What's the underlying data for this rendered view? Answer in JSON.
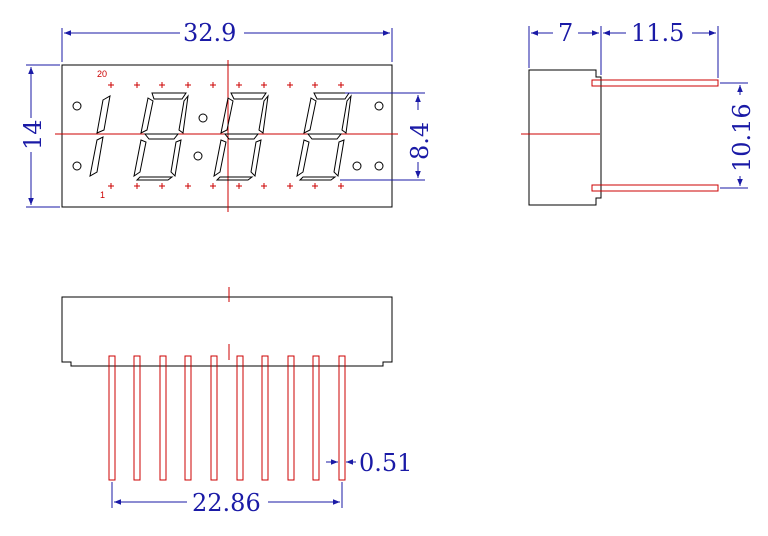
{
  "front_view": {
    "width_dim": "32.9",
    "height_dim": "14",
    "digit_height_dim": "8.4",
    "pin_label_top": "20",
    "pin_label_bottom": "1"
  },
  "side_view": {
    "body_depth_dim": "7",
    "pin_length_dim": "11.5",
    "row_spacing_dim": "10.16"
  },
  "bottom_view": {
    "pin_width_dim": "0.51",
    "pin_span_dim": "22.86"
  },
  "colors": {
    "outline": "#000000",
    "center_line": "#cc0000",
    "dimension": "#1a1aa6",
    "pin": "#cc0000"
  }
}
